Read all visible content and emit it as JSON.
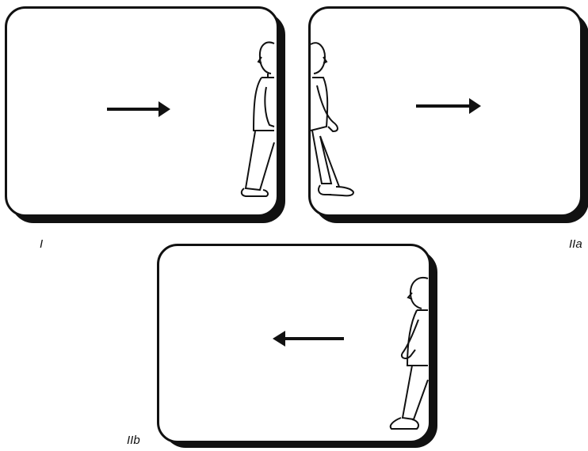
{
  "panels": [
    {
      "id": "I",
      "label": "I",
      "arrow_direction": "right",
      "figure_side": "right-edge"
    },
    {
      "id": "IIa",
      "label": "IIa",
      "arrow_direction": "right",
      "figure_side": "left-edge"
    },
    {
      "id": "IIb",
      "label": "IIb",
      "arrow_direction": "left",
      "figure_side": "right-edge"
    }
  ]
}
